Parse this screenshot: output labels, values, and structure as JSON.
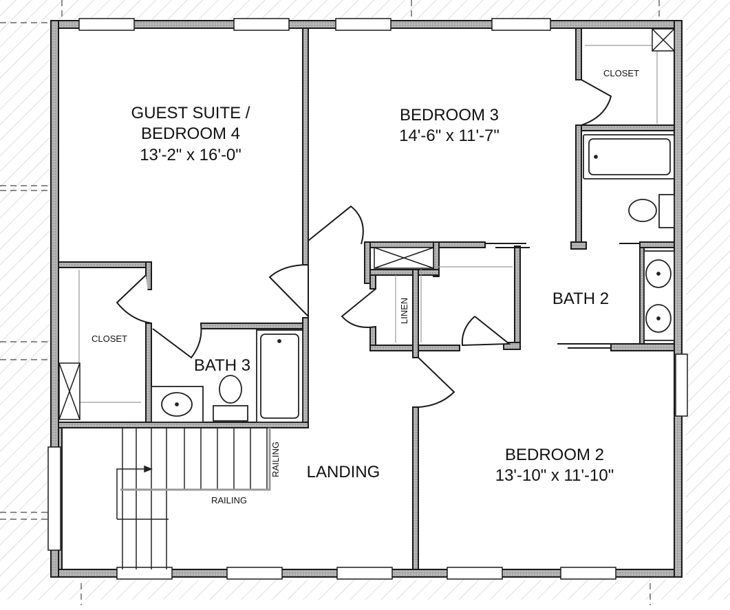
{
  "rooms": {
    "guest_suite": {
      "line1": "GUEST SUITE /",
      "line2": "BEDROOM 4",
      "size": "13'-2\" x 16'-0\""
    },
    "bedroom3": {
      "name": "BEDROOM 3",
      "size": "14'-6\" x 11'-7\""
    },
    "bedroom2": {
      "name": "BEDROOM 2",
      "size": "13'-10\" x 11'-10\""
    },
    "bath2": "BATH 2",
    "bath3": "BATH 3",
    "landing": "LANDING"
  },
  "labels": {
    "closet_bed3": "CLOSET",
    "closet_guest": "CLOSET",
    "linen": "LINEN",
    "railing_vertical": "RAILING",
    "railing_horizontal": "RAILING"
  },
  "colors": {
    "wall": "#1a1a1a",
    "wall_fill": "#bdbdbd",
    "hatch": "#c8c8c8",
    "fixture": "#222222"
  }
}
